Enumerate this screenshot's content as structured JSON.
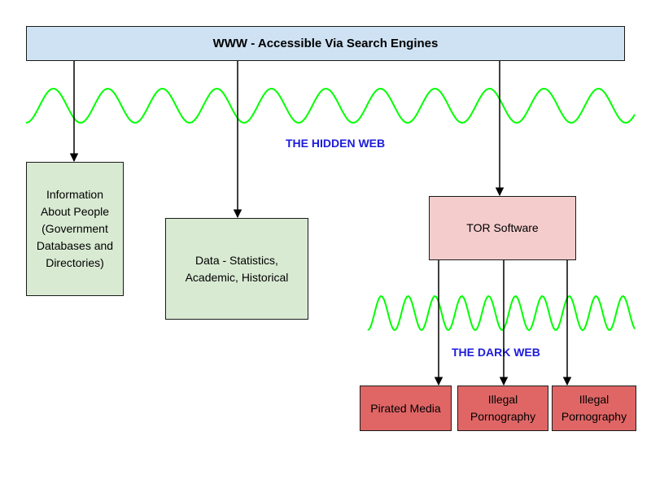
{
  "www": {
    "label": "WWW - Accessible Via Search Engines"
  },
  "hidden_web": {
    "label": "THE HIDDEN WEB"
  },
  "dark_web": {
    "label": "THE DARK WEB"
  },
  "boxes": {
    "people": "Information About People (Government Databases and Directories)",
    "data": "Data - Statistics, Academic, Historical",
    "tor": "TOR Software",
    "pirated_media": "Pirated Media",
    "illegal_1": "Illegal Pornography",
    "illegal_2": "Illegal Pornography"
  },
  "colors": {
    "www_fill": "#cfe2f3",
    "green_fill": "#d9ead3",
    "tor_fill": "#f4cccc",
    "red_fill": "#e06666",
    "wave": "#00ff00",
    "label_blue": "#1c1cdc"
  }
}
